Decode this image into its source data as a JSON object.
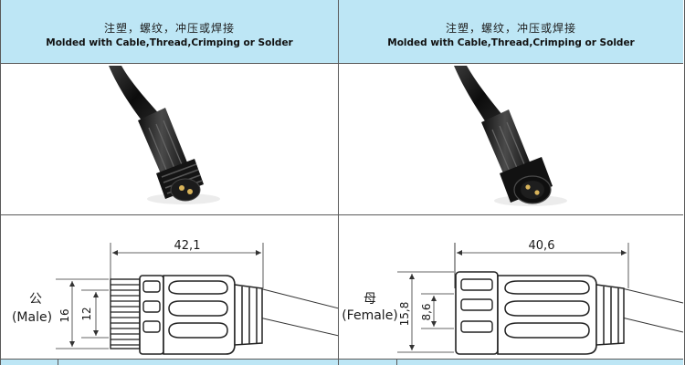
{
  "headers": [
    {
      "zh": "注塑，螺纹，冲压或焊接",
      "en": "Molded with Cable,Thread,Crimping or Solder"
    },
    {
      "zh": "注塑，螺纹，冲压或焊接",
      "en": "Molded with Cable,Thread,Crimping or Solder"
    }
  ],
  "male": {
    "label_zh": "公",
    "label_en": "(Male)",
    "length": "42,1",
    "outer_dia": "16",
    "inner_dia": "12"
  },
  "female": {
    "label_zh": "母",
    "label_en": "(Female)",
    "length": "40,6",
    "outer_dia": "15,8",
    "inner_dia": "8,6"
  }
}
